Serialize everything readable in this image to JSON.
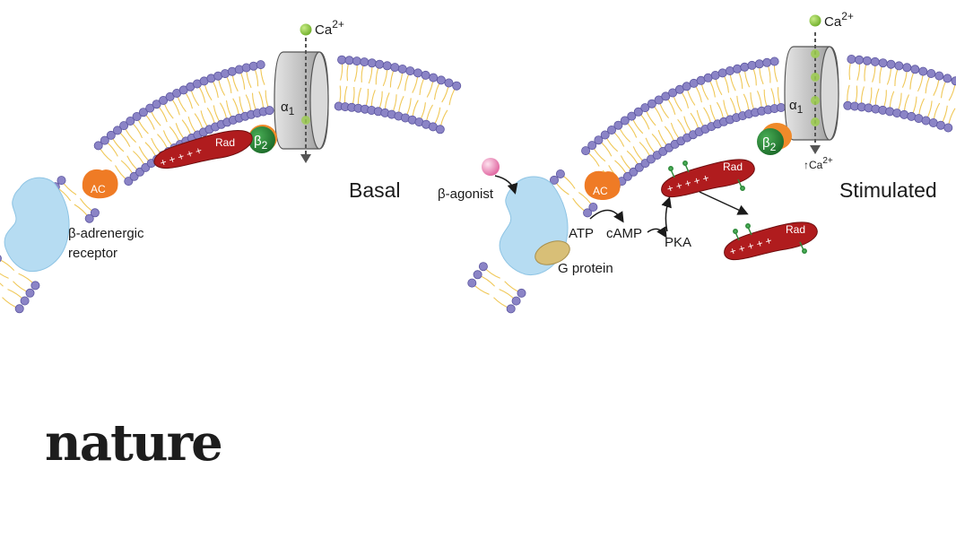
{
  "basal": {
    "ca": "Ca",
    "ca_sup": "2+",
    "alpha": "α",
    "alpha_sub": "1",
    "beta": "β",
    "beta_sub": "2",
    "rad": "Rad",
    "charges": "+ + + + +",
    "ac": "AC",
    "receptor_line1": "β-adrenergic",
    "receptor_line2": "receptor",
    "state": "Basal"
  },
  "stimulated": {
    "ca": "Ca",
    "ca_sup": "2+",
    "alpha": "α",
    "alpha_sub": "1",
    "beta": "β",
    "beta_sub": "2",
    "ca_up": "↑Ca",
    "ca_up_sup": "2+",
    "agonist": "β-agonist",
    "ac": "AC",
    "atp": "ATP",
    "camp": "cAMP",
    "pka": "PKA",
    "gprotein": "G protein",
    "rad": "Rad",
    "charges": "+ + + + +",
    "state": "Stimulated"
  },
  "brand": {
    "logo": "nature"
  },
  "colors": {
    "bead": "#8b84c6",
    "tail": "#f0c858",
    "receptor": "#b6dcf2",
    "ac": "#ef7b25",
    "rad": "#b01c1e",
    "beta2": "#2d8a3a",
    "channel": "#c9c9c9",
    "ca_ion": "#9ccd4d",
    "gprotein": "#d8bf77",
    "agonist": "#ea7fb1"
  }
}
